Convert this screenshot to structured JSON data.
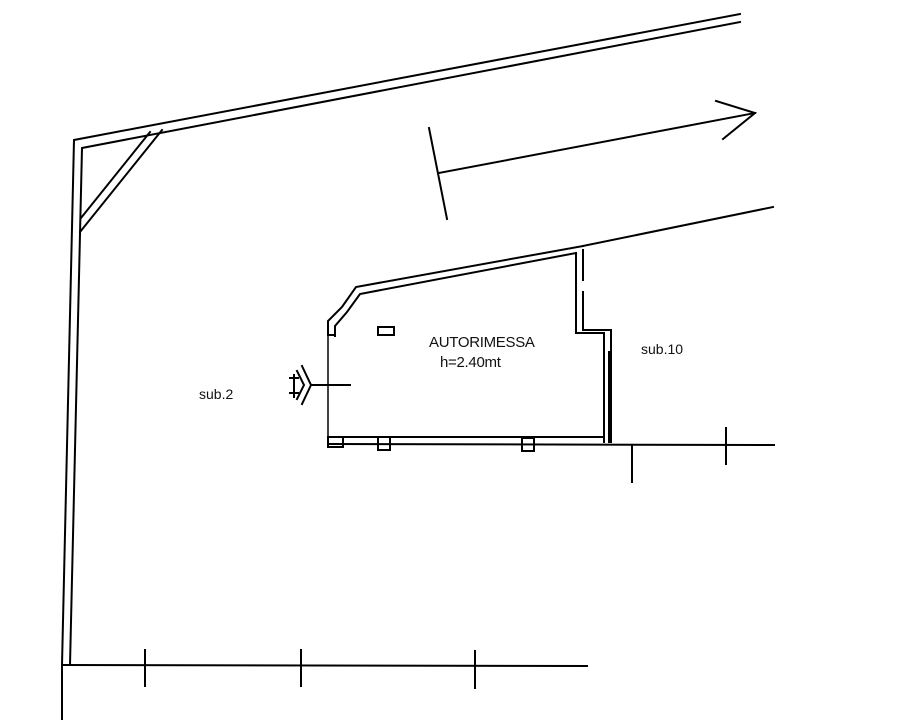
{
  "drawing": {
    "type": "floor-plan",
    "line_color": "#000000",
    "background_color": "#ffffff"
  },
  "rooms": {
    "main": {
      "name": "AUTORIMESSA",
      "height_label": "h=2.40mt"
    }
  },
  "adjacent_units": {
    "right": "sub.10",
    "left": "sub.2"
  },
  "symbols": {
    "entrance": "door-entry-symbol",
    "direction_arrow": "access-direction-arrow",
    "vent": "small-rectangular-opening"
  }
}
